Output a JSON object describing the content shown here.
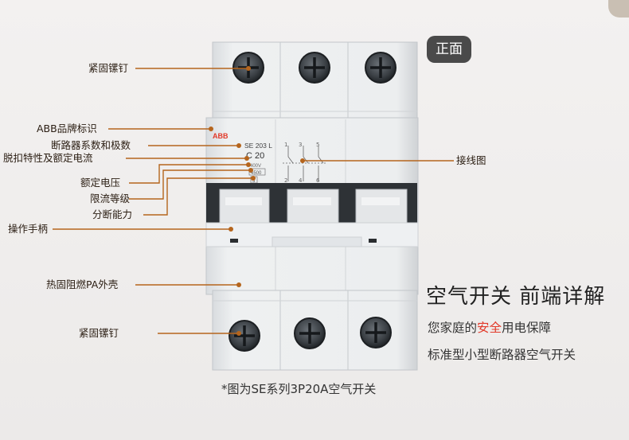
{
  "badge": "正面",
  "callouts": {
    "screw_top": "紧固镙钉",
    "brand": "ABB品牌标识",
    "series_poles": "断路器系数和极数",
    "trip_rating": "脱扣特性及额定电流",
    "rated_voltage": "额定电压",
    "current_limit": "限流等级",
    "breaking_capacity": "分断能力",
    "handle": "操作手柄",
    "shell": "热固阻燃PA外壳",
    "screw_bottom": "紧固镙钉",
    "wiring": "接线图"
  },
  "device": {
    "brand": "ABB",
    "model": "SE 203 L",
    "rating": "C 20",
    "voltage": "400V",
    "capacity": "4500",
    "class": "3",
    "terminals_top": [
      "1",
      "3",
      "5"
    ],
    "terminals_bottom": [
      "2",
      "4",
      "6"
    ]
  },
  "heading": "空气开关 前端详解",
  "subtitle1": {
    "before": "您家庭的",
    "highlight": "安全",
    "after": "用电保障"
  },
  "subtitle2": "标准型小型断路器空气开关",
  "caption": "*图为SE系列3P20A空气开关",
  "colors": {
    "accent": "#e23a2a",
    "line": "#b5651d",
    "badge": "#4a4a4a"
  }
}
